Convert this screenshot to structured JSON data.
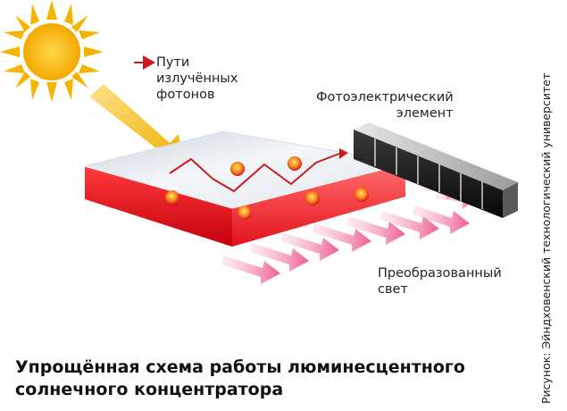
{
  "labels": {
    "photon_paths": [
      "Пути",
      "излучённых",
      "фотонов"
    ],
    "photovoltaic": [
      "Фотоэлектрический",
      "элемент"
    ],
    "converted_light": [
      "Преобразованный",
      "свет"
    ]
  },
  "caption": [
    "Упрощённая схема работы люминесцентного",
    "солнечного концентратора"
  ],
  "credit": "Рисунок: Эйндховенский технологический университет",
  "colors": {
    "sun": "#f5b400",
    "sunlight_arrow": "#f0b414",
    "plate_edge": "#e0101c",
    "photon_path": "#cc1a22",
    "converted_arrow": "#f06a9a",
    "cell_body": "#1a1a1a"
  }
}
